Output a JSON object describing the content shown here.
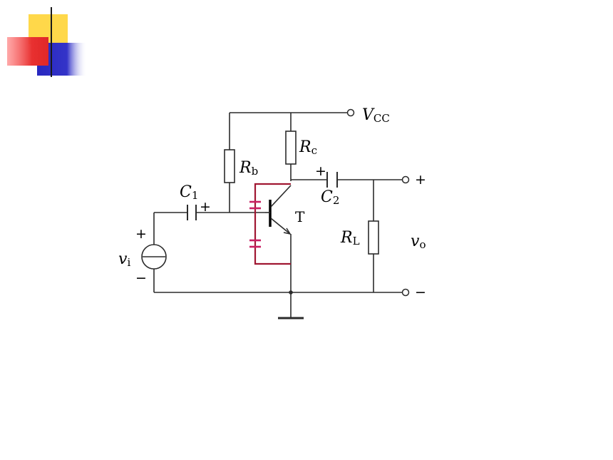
{
  "colors": {
    "deco_yellow": "#ffd84a",
    "deco_red": "#ee3b3b",
    "deco_blue": "#3535c9",
    "rule_line": "#6e6e6e",
    "wire": "#2b2b2b",
    "junction_cap_outline": "#a01732",
    "junction_cap_plates": "#c81e62"
  },
  "circuit": {
    "supply": {
      "main": "V",
      "sub": "CC"
    },
    "base_resistor": {
      "main": "R",
      "sub": "b"
    },
    "collector_resistor": {
      "main": "R",
      "sub": "c"
    },
    "load_resistor": {
      "main": "R",
      "sub": "L"
    },
    "input_capacitor": {
      "main": "C",
      "sub": "1",
      "polarity": "+"
    },
    "output_capacitor": {
      "main": "C",
      "sub": "2",
      "polarity": "+"
    },
    "transistor": {
      "label": "T"
    },
    "input_source": {
      "main": "v",
      "sub": "i",
      "plus": "+",
      "minus": "−"
    },
    "output": {
      "main": "v",
      "sub": "o",
      "plus": "+",
      "minus": "−"
    }
  }
}
